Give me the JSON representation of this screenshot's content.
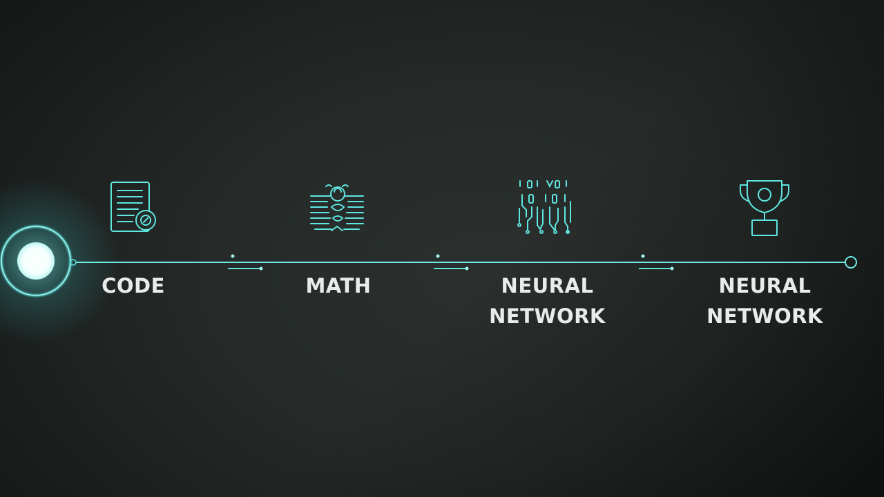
{
  "steps": [
    {
      "label_line1": "CODE",
      "label_line2": "",
      "icon": "code-document-icon"
    },
    {
      "label_line1": "MATH",
      "label_line2": "",
      "icon": "math-head-icon"
    },
    {
      "label_line1": "NEURAL",
      "label_line2": "NETWORK",
      "icon": "binary-circuit-icon"
    },
    {
      "label_line1": "NEURAL",
      "label_line2": "NETWORK",
      "icon": "trophy-icon"
    }
  ],
  "colors": {
    "accent": "#5fe6e0",
    "accent_glow": "#3fd9d4",
    "text": "#e9ecea",
    "background": "#252a28"
  }
}
